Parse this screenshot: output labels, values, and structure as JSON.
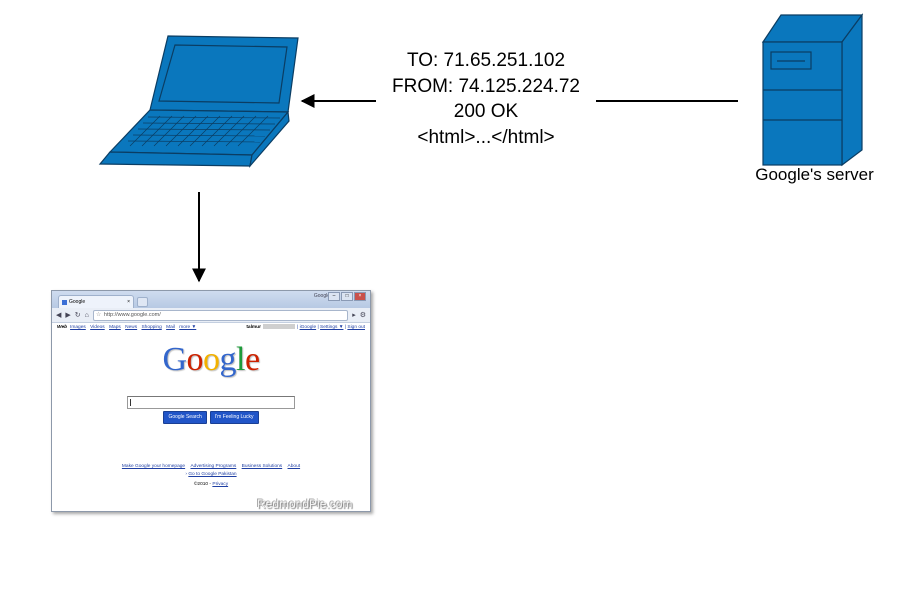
{
  "message": {
    "to": "TO: 71.65.251.102",
    "from": "FROM: 74.125.224.72",
    "status": "200 OK",
    "body": "<html>...</html>"
  },
  "server": {
    "label": "Google's server",
    "icon": "server-icon",
    "color": "#0a77bd"
  },
  "client": {
    "icon": "laptop-icon",
    "color": "#0a77bd"
  },
  "browser": {
    "tab_title": "Google",
    "window_brand": "Google",
    "url": "http://www.google.com/",
    "gbar_web": "Web",
    "gbar_links": [
      "Images",
      "Videos",
      "Maps",
      "News",
      "Shopping",
      "Mail",
      "more ▼"
    ],
    "user": "talmur",
    "gbar_right": [
      "iGoogle",
      "Settings ▼",
      "Sign out"
    ],
    "logo": [
      "G",
      "o",
      "o",
      "g",
      "l",
      "e"
    ],
    "logo_colors": [
      "#3366cc",
      "#cc2200",
      "#f2b100",
      "#3366cc",
      "#1e9b3a",
      "#cc2200"
    ],
    "search_button": "Google Search",
    "lucky_button": "I'm Feeling Lucky",
    "footer_links": [
      "Make Google your homepage",
      "Advertising Programs",
      "Business Solutions",
      "About"
    ],
    "footer_pk": "Go to Google Pakistan",
    "copyright": "©2010 -",
    "privacy": "Privacy"
  },
  "watermark": "RedmondPie.com"
}
